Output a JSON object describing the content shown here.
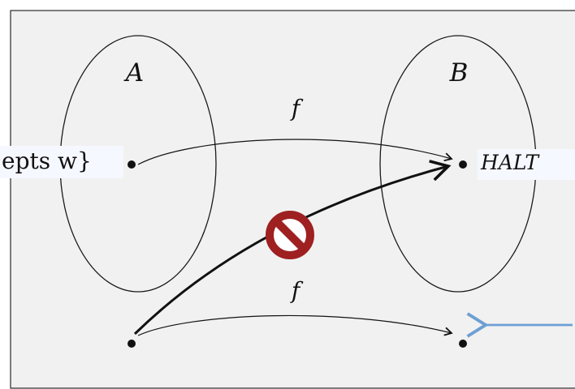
{
  "diagram": {
    "set_a_label": "A",
    "set_b_label": "B",
    "top_map_label": "f",
    "bottom_map_label": "f",
    "left_top_label": "epts w}",
    "right_top_label": "HALT"
  },
  "colors": {
    "panel_background": "#f1f1f1",
    "label_background": "#f6f8ff",
    "prohibited_icon": "#9e2021",
    "pointer_arrow": "#6d9fd4"
  },
  "icons": {
    "prohibited": "prohibited-icon",
    "pointer": "blue-arrow-icon"
  }
}
